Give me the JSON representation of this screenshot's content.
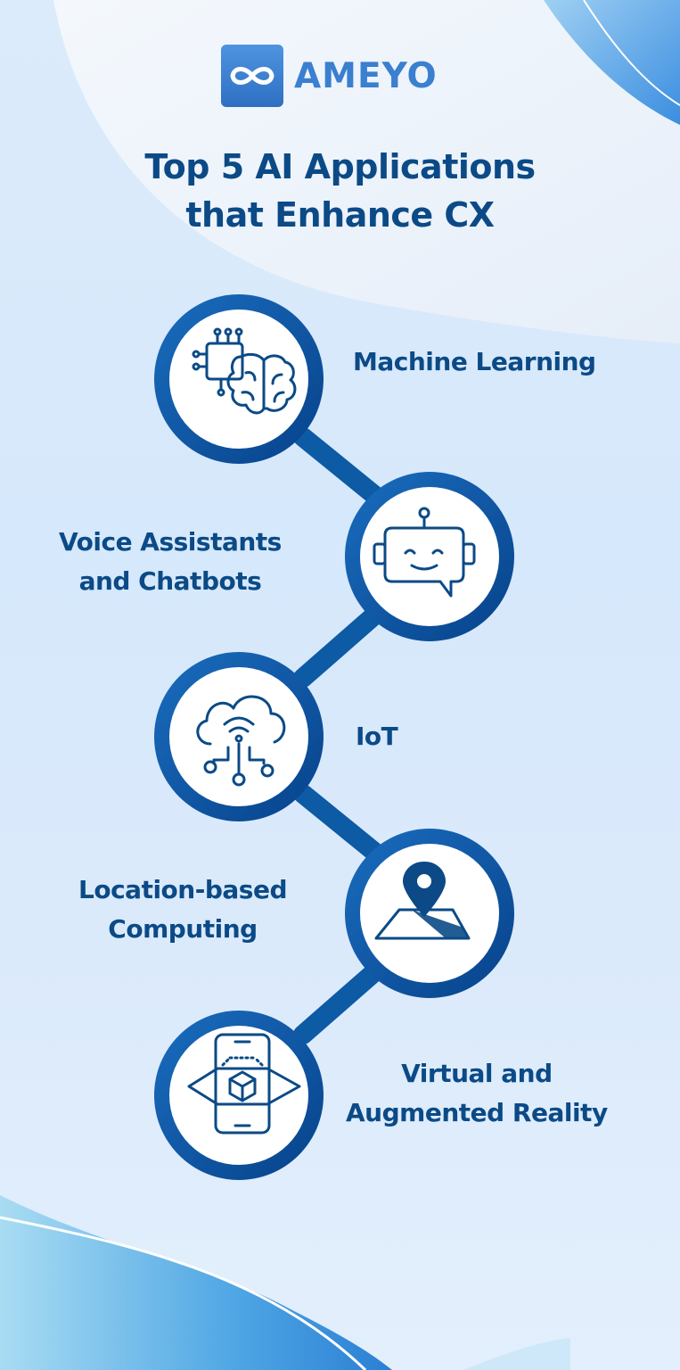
{
  "brand": {
    "name": "AMEYO",
    "primary_color": "#0b5aa0",
    "accent_color": "#3a7fd0",
    "icon": "infinity-icon"
  },
  "title": {
    "line1": "Top 5 AI Applications",
    "line2": "that Enhance CX"
  },
  "steps": [
    {
      "label_lines": [
        "Machine Learning"
      ],
      "icon": "brain-circuit-icon"
    },
    {
      "label_lines": [
        "Voice Assistants",
        "and Chatbots"
      ],
      "icon": "chatbot-icon"
    },
    {
      "label_lines": [
        "IoT"
      ],
      "icon": "cloud-network-icon"
    },
    {
      "label_lines": [
        "Location-based",
        "Computing"
      ],
      "icon": "map-pin-icon"
    },
    {
      "label_lines": [
        "Virtual and",
        "Augmented Reality"
      ],
      "icon": "ar-phone-cube-icon"
    }
  ]
}
